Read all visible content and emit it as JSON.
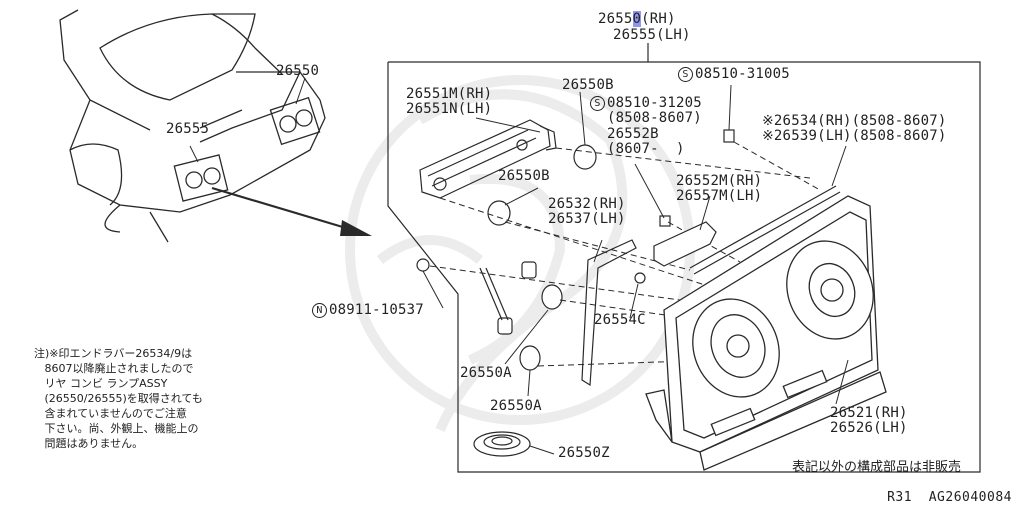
{
  "parts": {
    "main_rh_prefix": "2655",
    "main_rh_hl": "0",
    "main_rh_suffix": "(RH)",
    "main_lh": "26555(LH)",
    "car_rh": "26550",
    "car_lh": "26555",
    "p26551": "26551M(RH)\n26551N(LH)",
    "p26550b_top": "26550B",
    "screw1_sym": "S",
    "screw1_num": "08510-31205",
    "screw1_range": "(8508-8607)",
    "p26552b": "26552B\n(8607-  )",
    "screw2_sym": "S",
    "screw2_num": "08510-31005",
    "p26534": "※26534(RH)(8508-8607)\n※26539(LH)(8508-8607)",
    "p26550b_mid": "26550B",
    "p26552m": "26552M(RH)\n26557M(LH)",
    "p26532": "26532(RH)\n26537(LH)",
    "nut_sym": "N",
    "nut_num": "08911-10537",
    "p26554c": "26554C",
    "p26550a_1": "26550A",
    "p26550a_2": "26550A",
    "p26521": "26521(RH)\n26526(LH)",
    "p26550z": "26550Z"
  },
  "note": "注)※印エンドラバー26534/9は\n   8607以降廃止されましたので\n   リヤ コンビ ランプASSY\n   (26550/26555)を取得されても\n   含まれていませんのでご注意\n   下さい。尚、外観上、機能上の\n   問題はありません。",
  "footer_note": "表記以外の構成部品は非販売",
  "diagram_code": "R31  AG26040084",
  "colors": {
    "highlight": "#8f97f2",
    "line": "#2a2a2a",
    "watermark": "#ececec"
  }
}
